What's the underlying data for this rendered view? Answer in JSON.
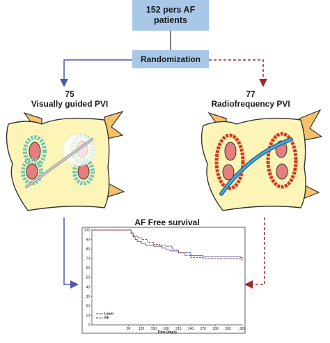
{
  "top_box": {
    "line1": "152 pers AF",
    "line2": "patients"
  },
  "randomization": "Randomization",
  "arms": {
    "left": {
      "count": "75",
      "name": "Visually guided PVI"
    },
    "right": {
      "count": "77",
      "name": "Radiofrequency PVI"
    }
  },
  "colors": {
    "box": "#a9c8e8",
    "laser": "#4a58a8",
    "rf": "#9b2c2c",
    "atrium": "#fdf5b8",
    "appendage": "#f5c26b"
  },
  "chart_title": "AF Free survival",
  "chart_data": {
    "type": "line",
    "title": "AF Free survival",
    "xlabel": "Time (days)",
    "ylabel": "",
    "xticks": [
      89,
      120,
      150,
      180,
      210,
      240,
      270,
      300,
      330,
      365
    ],
    "yticks": [
      0,
      10,
      20,
      30,
      40,
      50,
      60,
      70,
      80,
      90,
      100
    ],
    "xlim": [
      0,
      365
    ],
    "ylim": [
      0,
      100
    ],
    "legend_position": "bottom-left",
    "series": [
      {
        "name": "Laser",
        "color": "#4a58a8",
        "dash": false,
        "x": [
          0,
          89,
          95,
          100,
          105,
          110,
          120,
          130,
          150,
          170,
          180,
          190,
          210,
          240,
          270,
          300,
          330,
          350,
          360,
          365
        ],
        "y": [
          100,
          100,
          97,
          93,
          90,
          88,
          86,
          84,
          83,
          81,
          79,
          78,
          76,
          73,
          72,
          72,
          72,
          72,
          71,
          70
        ]
      },
      {
        "name": "RF",
        "color": "#9b2c2c",
        "dash": true,
        "x": [
          0,
          89,
          95,
          100,
          110,
          120,
          135,
          150,
          165,
          180,
          195,
          210,
          225,
          240,
          270,
          300,
          330,
          350,
          360,
          365
        ],
        "y": [
          100,
          100,
          96,
          94,
          92,
          90,
          87,
          85,
          84,
          83,
          79,
          76,
          73,
          71,
          70,
          70,
          70,
          70,
          69,
          68
        ]
      }
    ]
  }
}
